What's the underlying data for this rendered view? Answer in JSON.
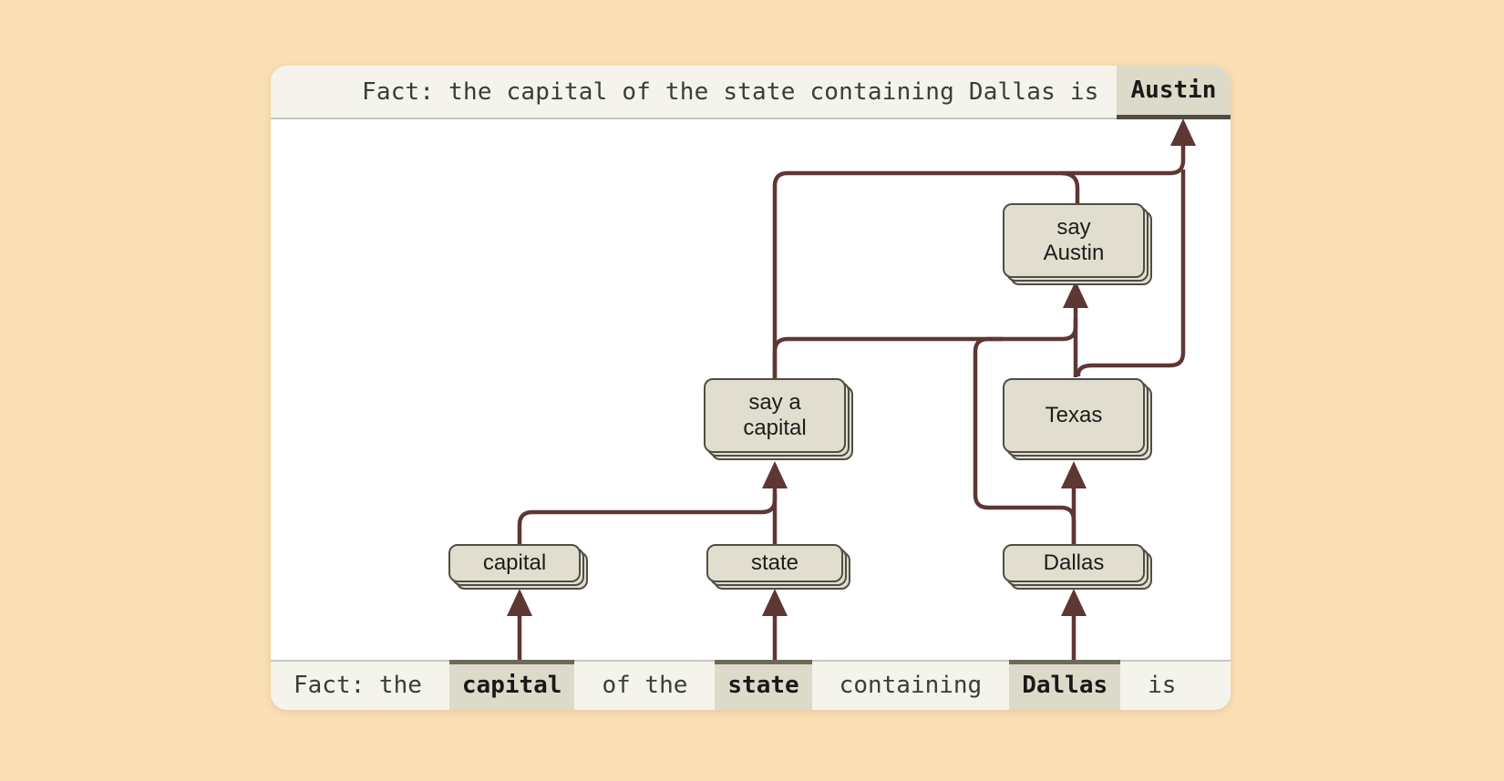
{
  "figure": {
    "description": "Attribution graph showing multi-hop reasoning from prompt tokens to the completion",
    "background_color": "#fadeb4",
    "card_color": "#ffffff"
  },
  "colors": {
    "wire": "#5e3734",
    "node_fill": "#e2decf",
    "node_border": "#4f4e44",
    "bar_bg": "#f4f3ec",
    "bar_border": "#c7c6be",
    "token_highlight_bg": "#dedaca",
    "token_highlight_border": "#6b6a5b",
    "completion_border": "#4e4d44"
  },
  "output_bar": {
    "prompt_text": "Fact: the capital of the state containing Dallas is",
    "completion_token": "Austin"
  },
  "prompt_bar": {
    "segments": [
      {
        "text": "Fact: the",
        "highlighted": false
      },
      {
        "text": "capital",
        "highlighted": true
      },
      {
        "text": "of the",
        "highlighted": false
      },
      {
        "text": "state",
        "highlighted": true
      },
      {
        "text": "containing",
        "highlighted": false
      },
      {
        "text": "Dallas",
        "highlighted": true
      },
      {
        "text": "is",
        "highlighted": false
      }
    ]
  },
  "nodes": {
    "say_austin": {
      "lines": [
        "say",
        "Austin"
      ]
    },
    "texas": {
      "lines": [
        "Texas"
      ]
    },
    "say_a_capital": {
      "lines": [
        "say a",
        "capital"
      ]
    },
    "capital": {
      "lines": [
        "capital"
      ]
    },
    "state": {
      "lines": [
        "state"
      ]
    },
    "dallas": {
      "lines": [
        "Dallas"
      ]
    }
  },
  "edges": [
    {
      "from": "token:capital",
      "to": "capital"
    },
    {
      "from": "token:state",
      "to": "state"
    },
    {
      "from": "token:Dallas",
      "to": "Dallas"
    },
    {
      "from": "capital",
      "to": "say a capital"
    },
    {
      "from": "state",
      "to": "say a capital"
    },
    {
      "from": "Dallas",
      "to": "Texas"
    },
    {
      "from": "Dallas",
      "to": "say Austin"
    },
    {
      "from": "say a capital",
      "to": "say Austin"
    },
    {
      "from": "Texas",
      "to": "say Austin"
    },
    {
      "from": "say a capital",
      "to": "output:Austin"
    },
    {
      "from": "Texas",
      "to": "output:Austin"
    },
    {
      "from": "say Austin",
      "to": "output:Austin"
    }
  ]
}
